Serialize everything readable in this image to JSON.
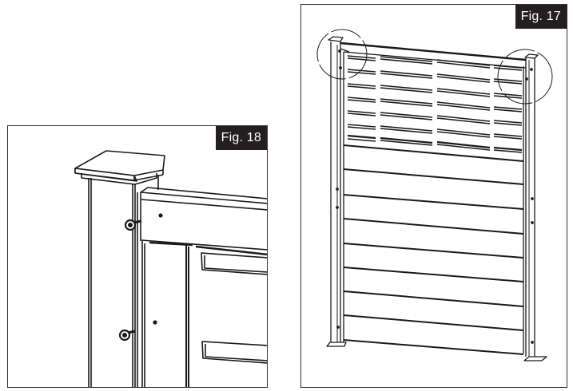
{
  "figures": [
    {
      "id": "fig18",
      "label": "Fig. 18",
      "description": "Close-up of fence post with cap and top rail attached with two screws"
    },
    {
      "id": "fig17",
      "label": "Fig. 17",
      "description": "Full fence panel between two posts with slatted upper section and horizontal boards below; two circled detail areas at top corners"
    }
  ],
  "colors": {
    "line": "#1a1a1a",
    "label_bg": "#231f20",
    "label_text": "#ffffff",
    "frame": "#333333"
  }
}
